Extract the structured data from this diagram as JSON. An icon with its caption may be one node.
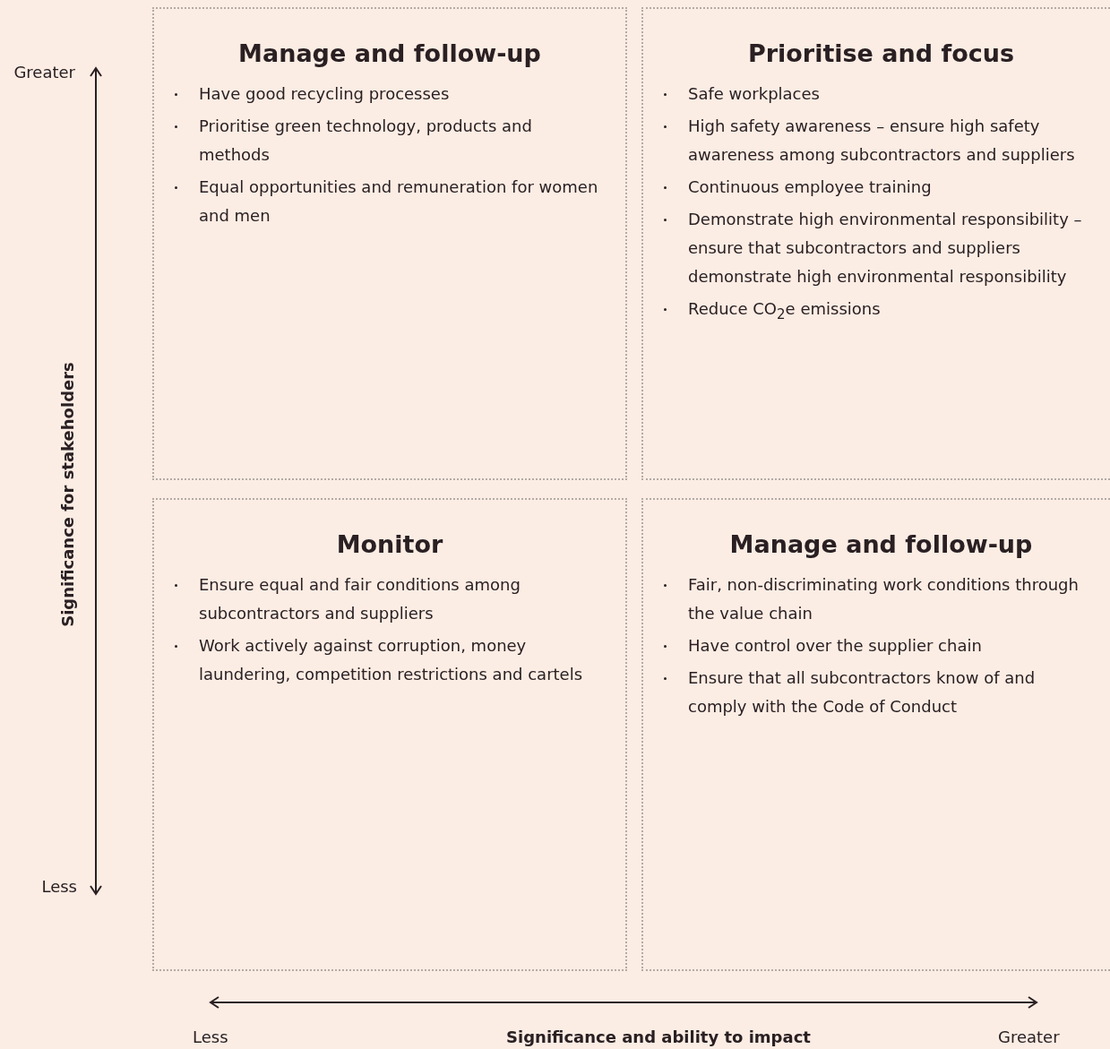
{
  "diagram": {
    "nodes": [
      {
        "text": [
          "Manage and follow-up",
          "Have good recycling processes",
          "Prioritise green technology, products and methods",
          "Equal opportunities and remuneration for women and men"
        ]
      },
      {
        "text": [
          "Prioritise and focus",
          "Safe workplaces",
          "High safety awareness – ensure high safety awareness among subcontractors and suppliers",
          "Continuous employee training",
          "Demonstrate high environmental responsibility – ensure that subcontractors and suppliers demonstrate high environmental responsibility",
          "Reduce CO$_{2}$e emissions"
        ]
      },
      {
        "text": [
          "Monitor",
          "Ensure equal and fair conditions among subcontractors and suppliers",
          "Work actively against corruption, money laundering, competition restrictions and cartels"
        ]
      },
      {
        "text": [
          "Manage and follow-up",
          "Fair, non-discriminating work conditions through the value chain",
          "Have control over the supplier chain",
          "Ensure that all subcontractors know of and comply with the Code of Conduct"
        ]
      }
    ],
    "edges": [],
    "labels": [
      "Greater",
      "Less",
      "Significance for stakeholders",
      "Less",
      "Significance and ability to impact",
      "Greater"
    ]
  }
}
